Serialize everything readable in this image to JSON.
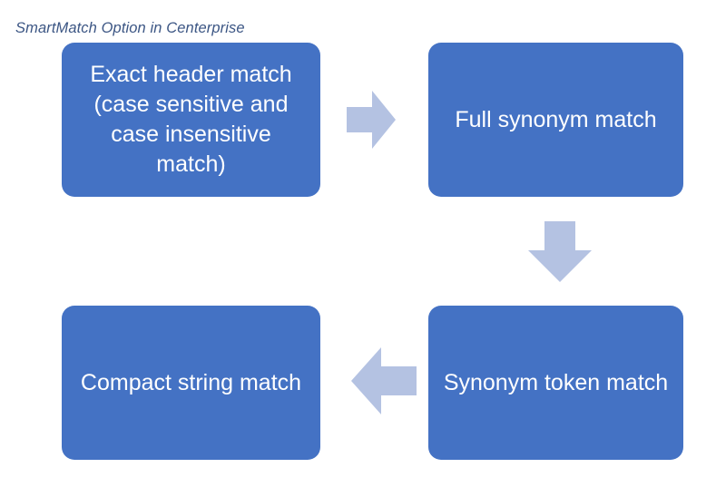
{
  "diagram": {
    "title": "SmartMatch Option in Centerprise",
    "type": "cycle-flow",
    "colors": {
      "node_fill": "#4472C4",
      "node_text": "#FFFFFF",
      "arrow_fill": "#B4C2E2",
      "title_text": "#3C5684",
      "background": "#FFFFFF"
    },
    "nodes": [
      {
        "id": "exact-header-match",
        "label": "Exact header match (case sensitive and case insensitive match)",
        "order": 1
      },
      {
        "id": "full-synonym-match",
        "label": "Full synonym match",
        "order": 2
      },
      {
        "id": "synonym-token-match",
        "label": "Synonym token match",
        "order": 3
      },
      {
        "id": "compact-string-match",
        "label": "Compact string match",
        "order": 4
      }
    ],
    "arrows": [
      {
        "id": "exact-to-full",
        "direction": "right",
        "from": "exact-header-match",
        "to": "full-synonym-match"
      },
      {
        "id": "full-to-synonym-token",
        "direction": "down",
        "from": "full-synonym-match",
        "to": "synonym-token-match"
      },
      {
        "id": "synonym-token-to-compact",
        "direction": "left",
        "from": "synonym-token-match",
        "to": "compact-string-match"
      }
    ]
  }
}
